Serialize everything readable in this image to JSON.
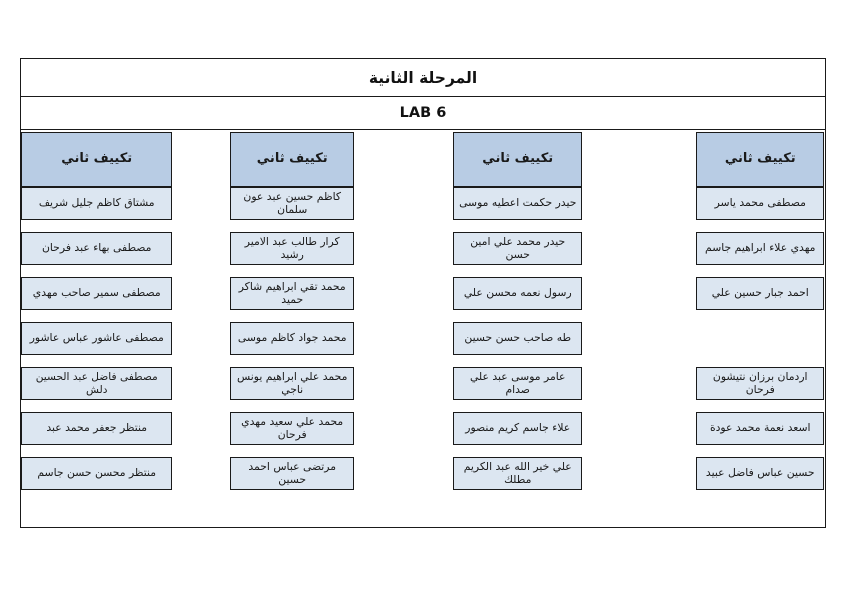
{
  "document": {
    "title": "المرحلة الثانية",
    "subtitle": "LAB 6",
    "colors": {
      "header_fill": "#b8cce4",
      "cell_fill": "#dce6f1",
      "border": "#1a1a1a",
      "page_background": "#ffffff"
    }
  },
  "columns": [
    {
      "header": "تكييف ثاني",
      "cells": [
        "مشتاق كاظم جليل شريف",
        "مصطفى بهاء عبد فرحان",
        "مصطفى سمير صاحب مهدي",
        "مصطفى عاشور عباس عاشور",
        "مصطفى فاضل عبد الحسين دلش",
        "منتظر جعفر محمد عبد",
        "منتظر محسن حسن جاسم"
      ]
    },
    {
      "header": "تكييف ثاني",
      "cells": [
        "كاظم حسين عبد عون سلمان",
        "كرار طالب عبد الامير رشيد",
        "محمد تقي ابراهيم شاكر حميد",
        "محمد جواد كاظم موسى",
        "محمد علي ابراهيم يونس ناجي",
        "محمد علي سعيد مهدي فرحان",
        "مرتضى عباس احمد حسين"
      ]
    },
    {
      "header": "تكييف ثاني",
      "cells": [
        "حيدر حكمت اعطيه موسى",
        "حيدر محمد علي امين حسن",
        "رسول نعمه محسن علي",
        "طه صاحب حسن حسين",
        "عامر موسى عبد علي صدام",
        "علاء جاسم كريم منصور",
        "علي خير الله عبد الكريم مطلك"
      ]
    },
    {
      "header": "تكييف ثاني",
      "cells": [
        "مصطفى محمد ياسر",
        "مهدي علاء ابراهيم جاسم",
        "احمد جبار حسين علي",
        "",
        "اردمان برزان نتيشون فرحان",
        "اسعد نعمة محمد عودة",
        "حسين عباس فاضل عبيد"
      ]
    }
  ]
}
